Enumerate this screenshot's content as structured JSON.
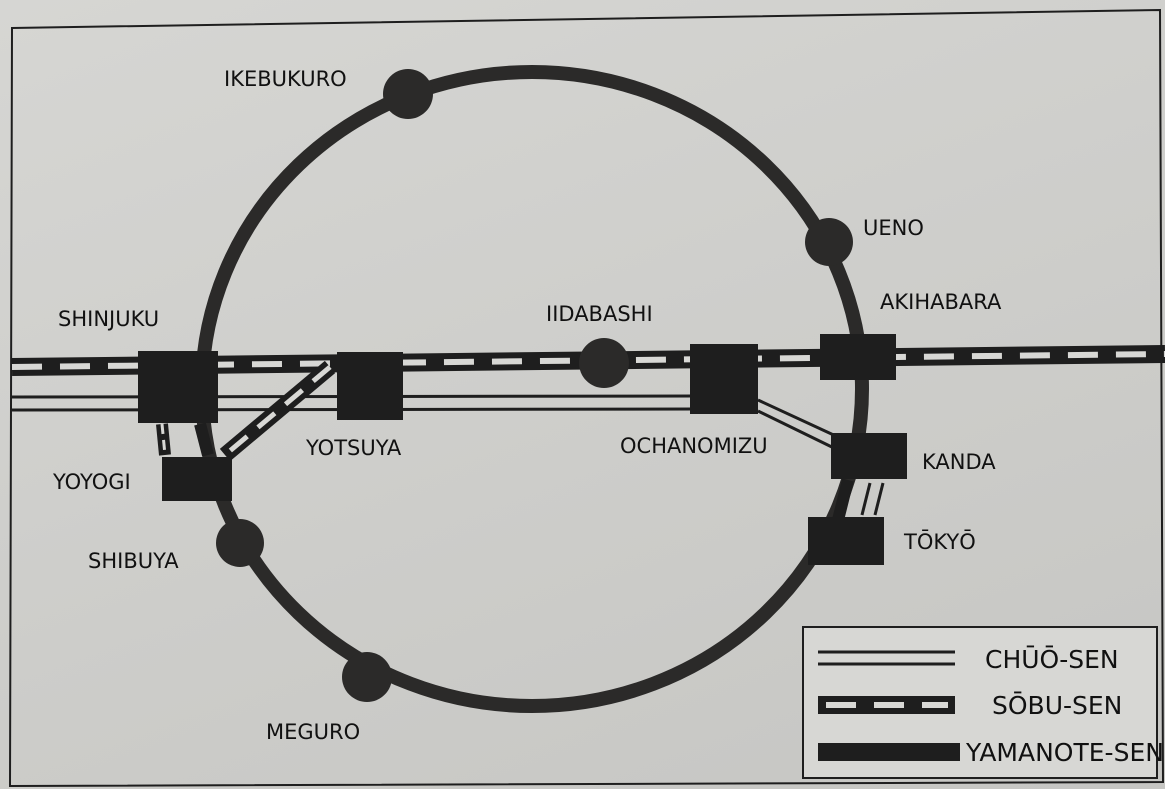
{
  "map": {
    "colors": {
      "ink": "#1e1e1e",
      "paper": "#cfcfcc",
      "ring": "#2b2a29"
    },
    "stations": {
      "ikebukuro": "IKEBUKURO",
      "ueno": "UENO",
      "akihabara": "AKIHABARA",
      "shinjuku": "SHINJUKU",
      "iidabashi": "IIDABASHI",
      "yotsuya": "YOTSUYA",
      "ochanomizu": "OCHANOMIZU",
      "kanda": "KANDA",
      "yoyogi": "YOYOGI",
      "shibuya": "SHIBUYA",
      "tokyo": "TŌKYŌ",
      "meguro": "MEGURO"
    }
  },
  "legend": {
    "chuo": "CHŪŌ-SEN",
    "sobu": "SŌBU-SEN",
    "yamanote": "YAMANOTE-SEN"
  }
}
